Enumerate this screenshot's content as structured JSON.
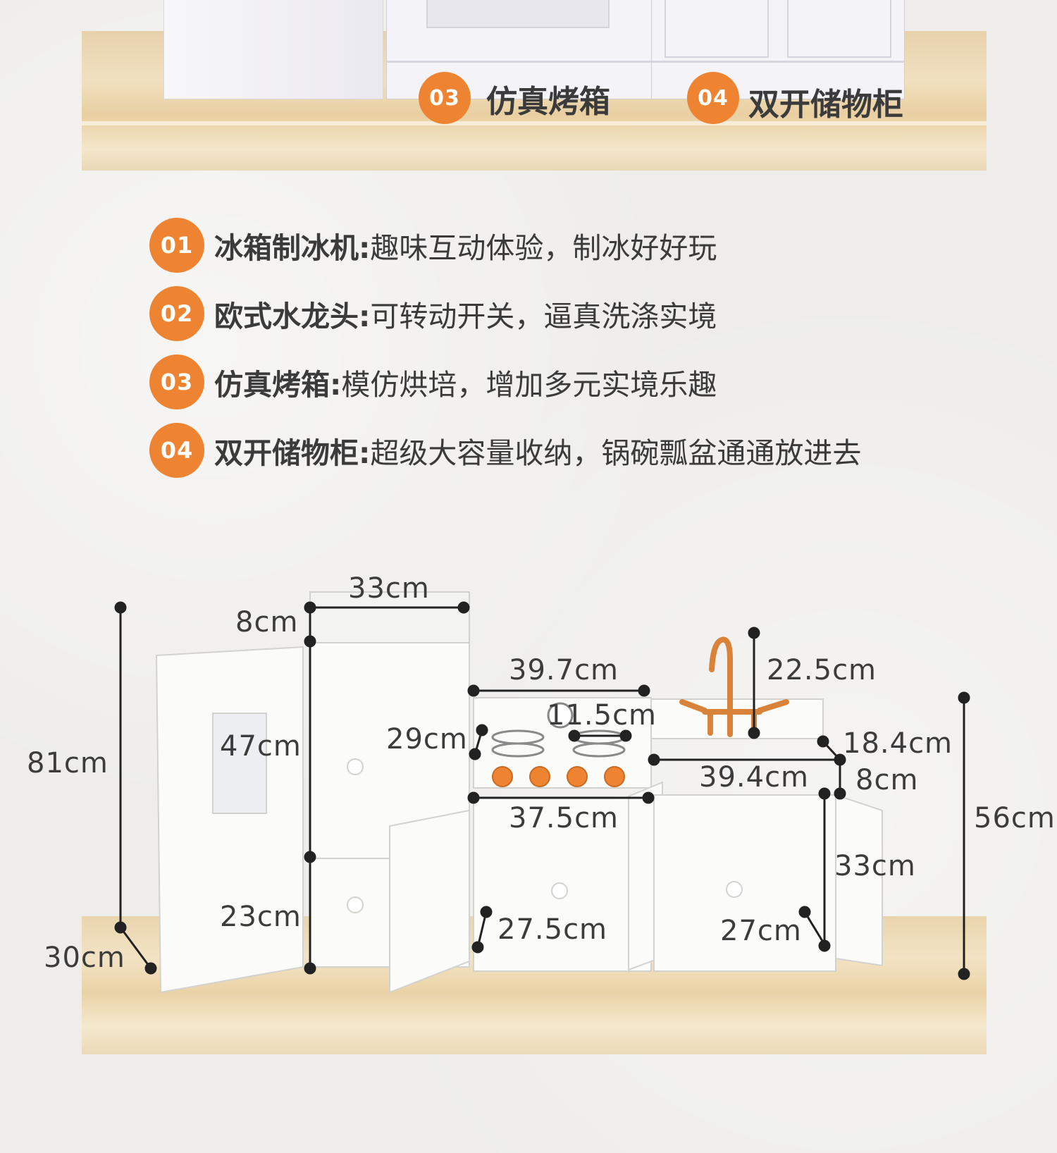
{
  "top_badges": [
    {
      "num": "03",
      "label": "仿真烤箱"
    },
    {
      "num": "04",
      "label": "双开储物柜"
    }
  ],
  "features": [
    {
      "num": "01",
      "title": "冰箱制冰机:",
      "desc": "趣味互动体验，制冰好好玩"
    },
    {
      "num": "02",
      "title": "欧式水龙头:",
      "desc": "可转动开关，逼真洗涤实境"
    },
    {
      "num": "03",
      "title": "仿真烤箱:",
      "desc": "模仿烘培，增加多元实境乐趣"
    },
    {
      "num": "04",
      "title": "双开储物柜:",
      "desc": "超级大容量收纳，锅碗瓢盆通通放进去"
    }
  ],
  "dimensions": {
    "total_height": "81cm",
    "depth_bottom": "30cm",
    "fridge_width": "33cm",
    "fridge_top": "8cm",
    "fridge_upper": "47cm",
    "fridge_lower": "23cm",
    "stove_width": "39.7cm",
    "stove_panel": "11.5cm",
    "stove_depth": "29cm",
    "oven_width": "37.5cm",
    "oven_depth": "27.5cm",
    "faucet_height": "22.5cm",
    "sink_depth": "18.4cm",
    "sink_width": "39.4cm",
    "sink_rim": "8cm",
    "cabinet_height": "33cm",
    "cabinet_depth": "27cm",
    "sink_total_height": "56cm"
  },
  "colors": {
    "accent": "#ee8432",
    "dimension_line": "#222222",
    "wood": "#eed9b2"
  }
}
